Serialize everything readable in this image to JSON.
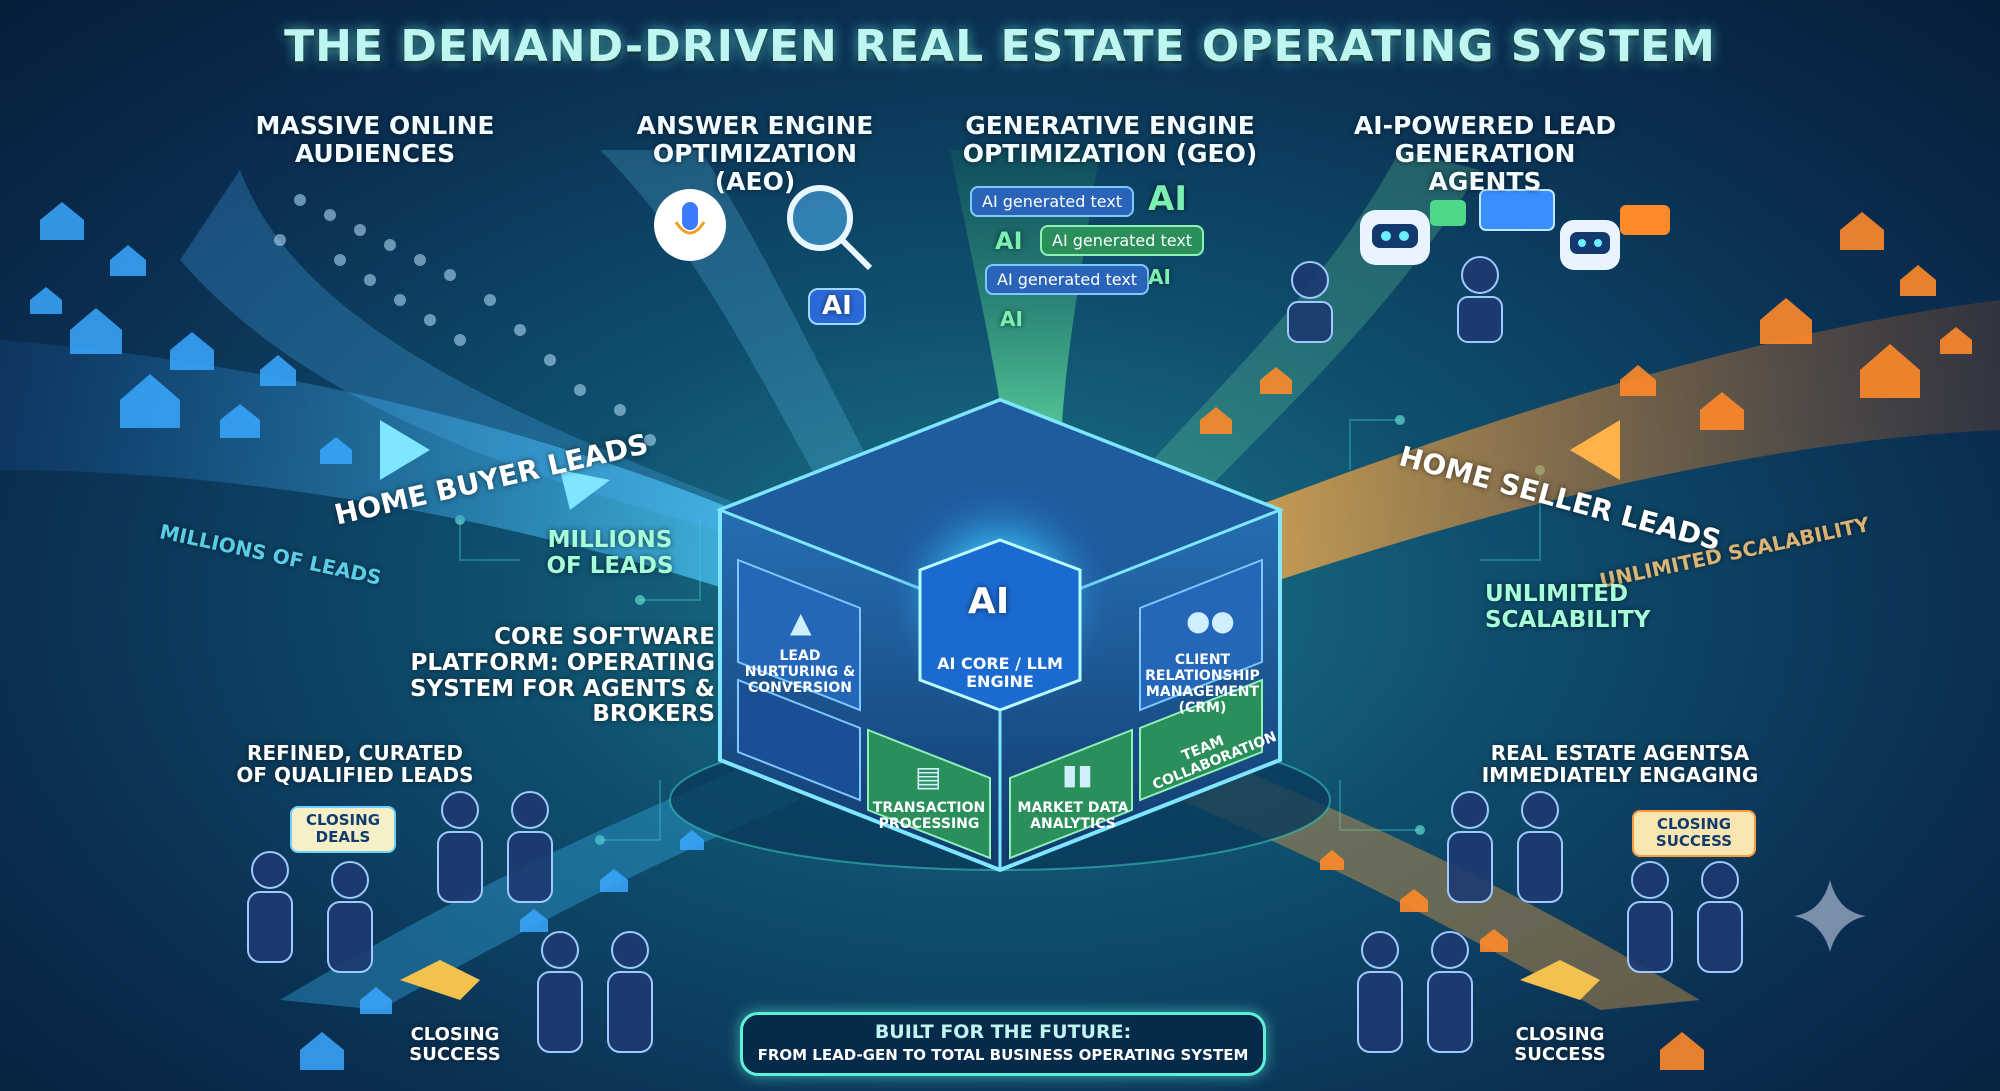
{
  "title": "THE DEMAND-DRIVEN REAL ESTATE OPERATING SYSTEM",
  "sources": {
    "audiences": "MASSIVE ONLINE AUDIENCES",
    "aeo": "ANSWER ENGINE OPTIMIZATION (AEO)",
    "geo": "GENERATIVE ENGINE OPTIMIZATION (GEO)",
    "agents": "AI-POWERED LEAD GENERATION AGENTS"
  },
  "streams": {
    "buyer": "HOME BUYER LEADS",
    "seller": "HOME SELLER LEADS",
    "millions_left": "MILLIONS OF LEADS",
    "millions_mid": "MILLIONS OF LEADS",
    "scalability_right": "UNLIMITED SCALABILITY",
    "scalability_mid": "UNLIMITED SCALABILITY"
  },
  "ai_texts": [
    "AI generated text",
    "AI generated text",
    "AI generated text"
  ],
  "ai_badges": [
    "AI",
    "AI",
    "AI",
    "AI",
    "AI"
  ],
  "platform": {
    "title": "CORE SOFTWARE PLATFORM: OPERATING SYSTEM FOR AGENTS & BROKERS",
    "core_badge": "AI",
    "core_label": "AI CORE / LLM ENGINE",
    "modules": {
      "lead": "LEAD NURTURING & CONVERSION",
      "crm": "CLIENT RELATIONSHIP MANAGEMENT (CRM)",
      "transaction": "TRANSACTION PROCESSING",
      "market": "MARKET DATA ANALYTICS",
      "team": "TEAM COLLABORATION"
    }
  },
  "outcomes": {
    "left_title": "REFINED, CURATED OF QUALIFIED LEADS",
    "right_title": "REAL ESTATE AGENTSA IMMEDIATELY ENGAGING",
    "bubble_left": "CLOSING DEALS",
    "bubble_right": "CLOSING SUCCESS",
    "closing_left": "CLOSING SUCCESS",
    "closing_right": "CLOSING SUCCESS"
  },
  "footer": {
    "line1": "BUILT FOR THE FUTURE:",
    "line2": "FROM LEAD-GEN TO TOTAL BUSINESS OPERATING SYSTEM"
  },
  "colors": {
    "buyer_stream": "#37b6f0",
    "seller_stream": "#f0a040",
    "geo_stream": "#4fd88a",
    "core_glow": "#56f0ff",
    "house_blue": "#3aa8ff",
    "house_orange": "#ff8a2a"
  }
}
